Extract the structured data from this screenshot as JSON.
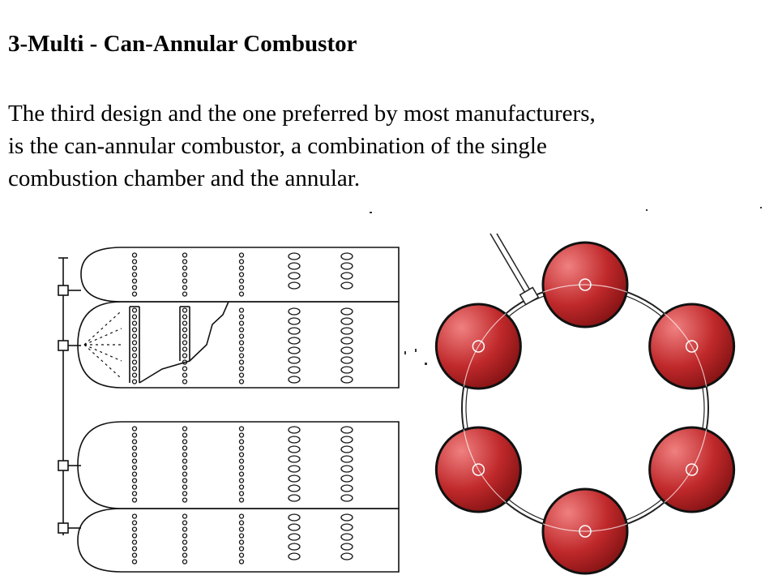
{
  "slide": {
    "title": "3-Multi - Can-Annular Combustor",
    "body_lines": [
      "The third design and the one preferred by most manufacturers,",
      "is the can-annular combustor, a combination of the single",
      "combustion chamber and the annular."
    ]
  },
  "diagram": {
    "can_count": 6,
    "can_color": "#c0292b",
    "can_highlight": "#f08080",
    "can_shadow": "#7a0f10"
  }
}
